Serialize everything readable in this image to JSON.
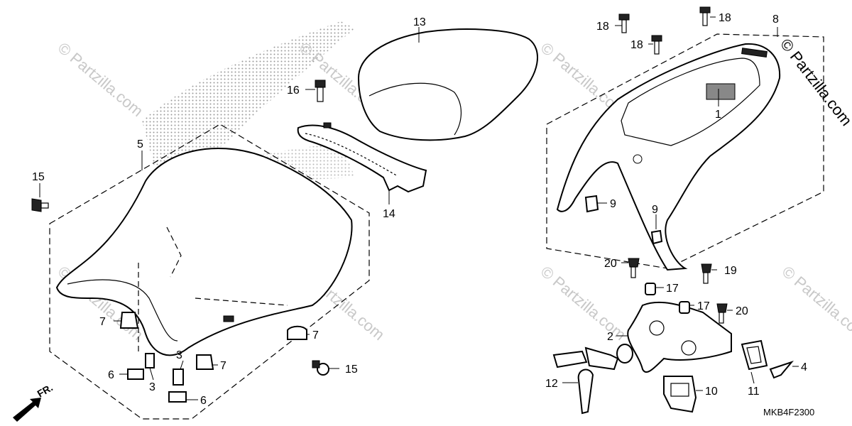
{
  "diagram": {
    "code": "MKB4F2300",
    "direction_label": "FR.",
    "watermark_small": "© Partzilla.com",
    "watermark_brand": "© Partzilla.com",
    "labels": {
      "p1": "1",
      "p2": "2",
      "p3a": "3",
      "p3b": "3",
      "p4": "4",
      "p5": "5",
      "p6a": "6",
      "p6b": "6",
      "p7a": "7",
      "p7b": "7",
      "p7c": "7",
      "p8": "8",
      "p9a": "9",
      "p9b": "9",
      "p10": "10",
      "p11": "11",
      "p12": "12",
      "p13": "13",
      "p14": "14",
      "p15a": "15",
      "p15b": "15",
      "p16": "16",
      "p17a": "17",
      "p17b": "17",
      "p18a": "18",
      "p18b": "18",
      "p18c": "18",
      "p19": "19",
      "p20a": "20",
      "p20b": "20"
    }
  }
}
